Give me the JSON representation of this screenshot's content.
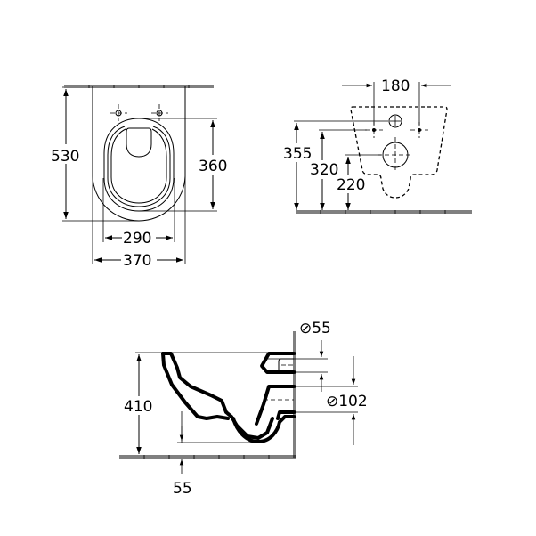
{
  "diagram": {
    "type": "technical-drawing",
    "subject": "wall-hung toilet dimensions",
    "units": "mm",
    "views": {
      "top_view": {
        "dimensions": {
          "total_depth": "530",
          "seat_opening_depth": "360",
          "inner_width": "290",
          "total_width": "370"
        }
      },
      "rear_view": {
        "dimensions": {
          "fixing_bolt_spacing": "180",
          "supply_inlet_height": "355",
          "fixing_bolt_height": "320",
          "outlet_height": "220"
        }
      },
      "side_view": {
        "dimensions": {
          "rim_height": "410",
          "trap_clearance": "55",
          "supply_inlet_diameter": "⊘55",
          "outlet_diameter": "⊘102"
        }
      }
    }
  }
}
